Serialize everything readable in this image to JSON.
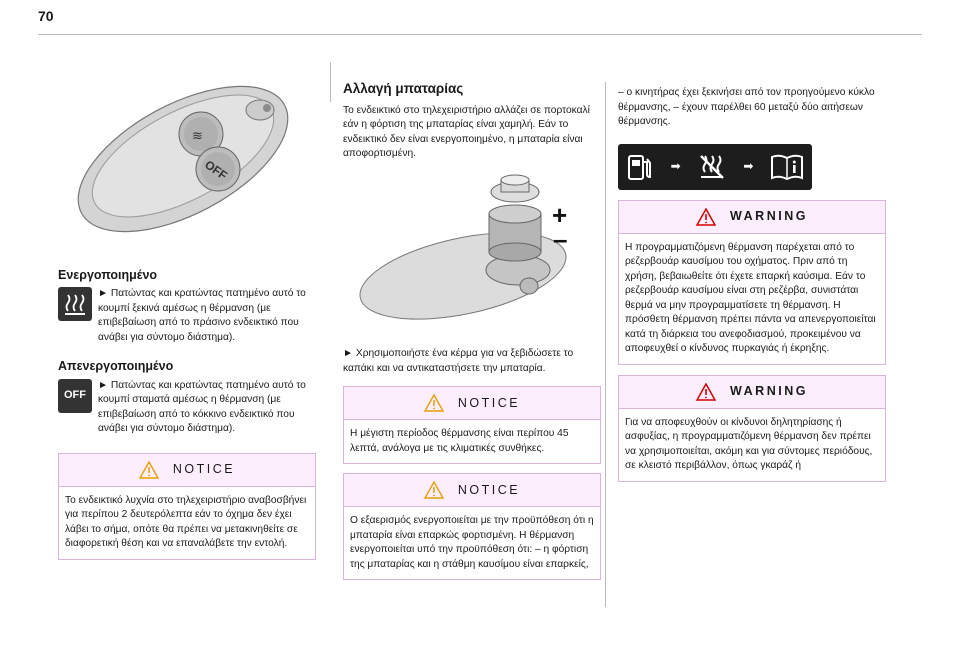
{
  "page_number": "70",
  "col1": {
    "heading_activated": "Ενεργοποιημένο",
    "activated_text": "► Πατώντας και κρατώντας πατημένο αυτό το κουμπί ξεκινά αμέσως η θέρμανση (με επιβεβαίωση από το πράσινο ενδεικτικό που ανάβει για σύντομο διάστημα).",
    "heading_deactivated": "Απενεργοποιημένο",
    "off_label": "OFF",
    "remote_off_label": "OFF",
    "deactivated_text": "► Πατώντας και κρατώντας πατημένο αυτό το κουμπί σταματά αμέσως η θέρμανση (με επιβεβαίωση από το κόκκινο ενδεικτικό που ανάβει για σύντομο διάστημα).",
    "notice_title": "NOTICE",
    "notice_text": "Το ενδεικτικό λυχνία στο τηλεχειριστήριο αναβοσβήνει για περίπου 2 δευτερόλεπτα εάν το όχημα δεν έχει λάβει το σήμα, οπότε θα πρέπει να μετακινηθείτε σε διαφορετική θέση και να επαναλάβετε την εντολή."
  },
  "col2": {
    "heading": "Αλλαγή μπαταρίας",
    "intro": "Το ενδεικτικό στο τηλεχειριστήριο αλλάζει σε πορτοκαλί εάν η φόρτιση της μπαταρίας είναι χαμηλή. Εάν το ενδεικτικό δεν είναι ενεργοποιημένο, η μπαταρία είναι αποφορτισμένη.",
    "plus": "+",
    "minus": "–",
    "instruction": "► Χρησιμοποιήστε ένα κέρμα για να ξεβιδώσετε το καπάκι και να αντικαταστήσετε την μπαταρία.",
    "notice1_title": "NOTICE",
    "notice1_text": "Η μέγιστη περίοδος θέρμανσης είναι περίπου 45 λεπτά, ανάλογα με τις κλιματικές συνθήκες.",
    "notice2_title": "NOTICE",
    "notice2_text": "Ο εξαερισμός ενεργοποιείται με την προϋπόθεση ότι η μπαταρία είναι επαρκώς φορτισμένη. Η θέρμανση ενεργοποιείται υπό την προϋπόθεση ότι: – η φόρτιση της μπαταρίας και η στάθμη καυσίμου είναι επαρκείς,"
  },
  "col3": {
    "continued_text": "– ο κινητήρας έχει ξεκινήσει από τον προηγούμενο κύκλο θέρμανσης, – έχουν παρέλθει 60 μεταξύ δύο αιτήσεων θέρμανσης.",
    "warning1_title": "WARNING",
    "warning1_text": "Η προγραμματιζόμενη θέρμανση παρέχεται από το ρεζερβουάρ καυσίμου του οχήματος. Πριν από τη χρήση, βεβαιωθείτε ότι έχετε επαρκή καύσιμα. Εάν το ρεζερβουάρ καυσίμου είναι στη ρεζέρβα, συνιστάται θερμά να μην προγραμματίσετε τη θέρμανση. Η πρόσθετη θέρμανση πρέπει πάντα να απενεργοποιείται κατά τη διάρκεια του ανεφοδιασμού, προκειμένου να αποφευχθεί ο κίνδυνος πυρκαγιάς ή έκρηξης.",
    "warning2_title": "WARNING",
    "warning2_text": "Για να αποφευχθούν οι κίνδυνοι δηλητηρίασης ή ασφυξίας, η προγραμματιζόμενη θέρμανση δεν πρέπει να χρησιμοποιείται, ακόμη και για σύντομες περιόδους, σε κλειστό περιβάλλον, όπως γκαράζ ή"
  }
}
